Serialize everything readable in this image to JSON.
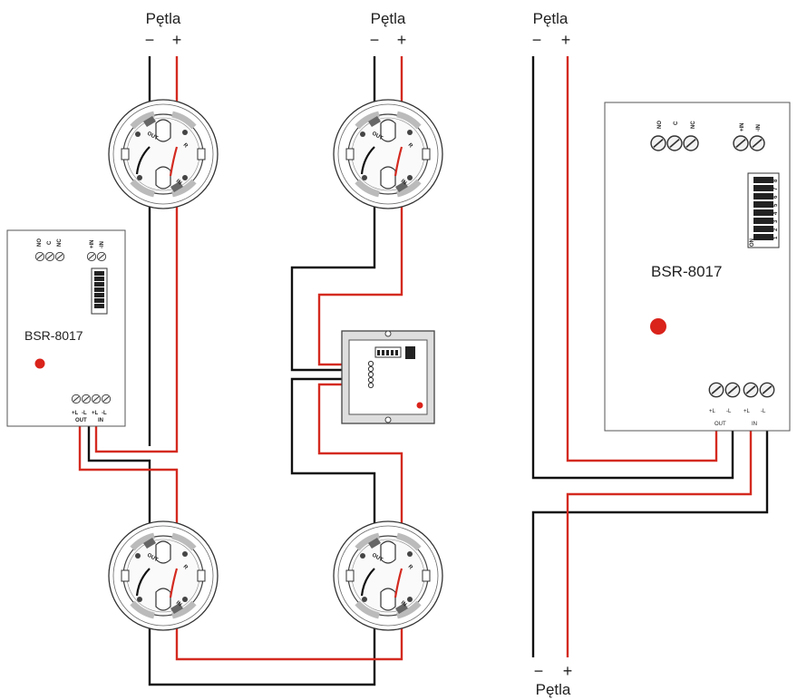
{
  "loop_label": "Pętla",
  "minus": "−",
  "plus": "+",
  "module_left": {
    "name": "BSR-8017",
    "relay_terminals": [
      "NO",
      "C",
      "NC"
    ],
    "input_terminals": [
      "+IN",
      "-IN"
    ],
    "loop_terminals": [
      "+L",
      "-L",
      "+L",
      "-L"
    ],
    "out_label": "OUT",
    "in_label": "IN"
  },
  "module_right": {
    "name": "BSR-8017",
    "relay_terminals": [
      "NO",
      "C",
      "NC"
    ],
    "input_terminals": [
      "+IN",
      "-IN"
    ],
    "loop_terminals": [
      "+L",
      "-L",
      "+L",
      "-L"
    ],
    "out_label": "OUT",
    "in_label": "IN",
    "dip_on_label": "ON",
    "dip_numbers": [
      "1",
      "2",
      "3",
      "4",
      "5",
      "6",
      "7",
      "8"
    ]
  },
  "base_labels": [
    "OUT",
    "IN",
    "R"
  ],
  "colors": {
    "wire_positive": "#d42a20",
    "wire_negative": "#111111",
    "led": "#d9231b",
    "module_border": "#555555"
  }
}
